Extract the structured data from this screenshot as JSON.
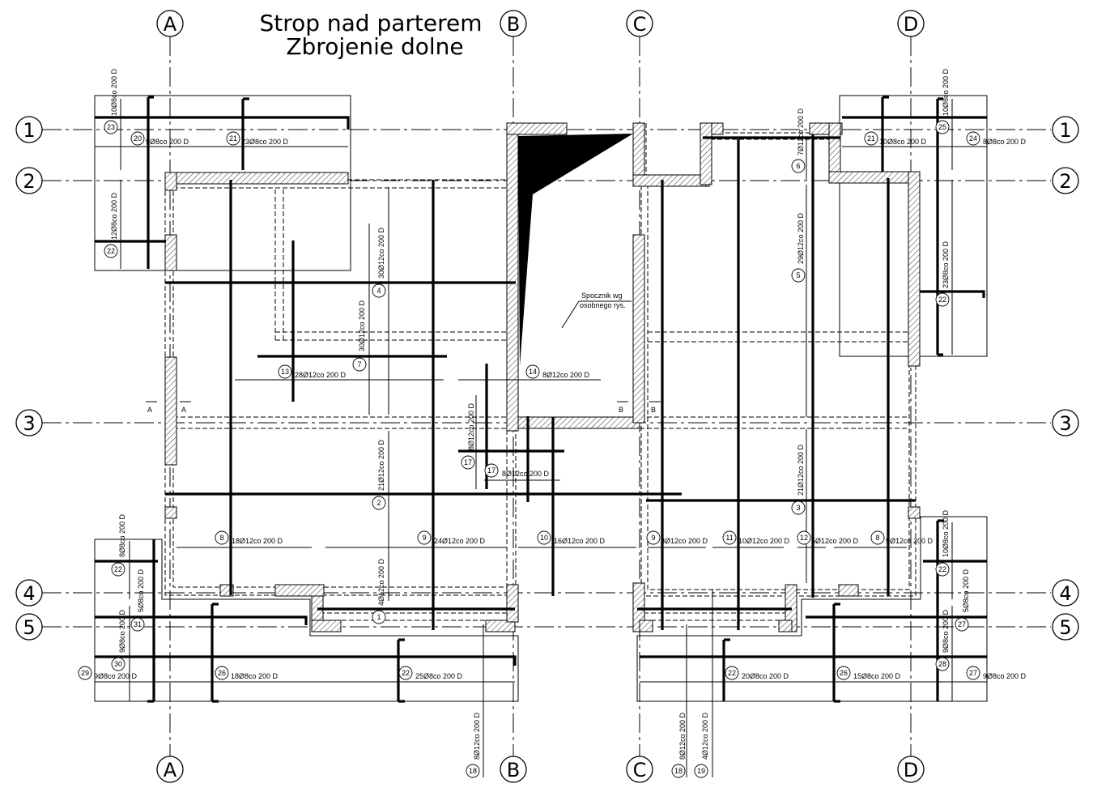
{
  "title": {
    "line1": "Strop nad parterem",
    "line2": "Zbrojenie dolne"
  },
  "axes": {
    "columns": [
      "A",
      "B",
      "C",
      "D"
    ],
    "rows": [
      "1",
      "2",
      "3",
      "4",
      "5"
    ]
  },
  "sections": {
    "a_left": "A",
    "a_right": "A",
    "b_left": "B",
    "b_right": "B"
  },
  "note": {
    "line1": "Spocznik wg",
    "line2": "osobnego rys."
  },
  "rebar": {
    "b1": {
      "n": "1",
      "t": "4Ø12co 200 D"
    },
    "b2": {
      "n": "2",
      "t": "21Ø12co 200 D"
    },
    "b3": {
      "n": "3",
      "t": "21Ø12co 200 D"
    },
    "b4": {
      "n": "4",
      "t": "30Ø12co 200 D"
    },
    "b5": {
      "n": "5",
      "t": "29Ø12co 200 D"
    },
    "b6": {
      "n": "6",
      "t": "7Ø12co 200 D"
    },
    "b7": {
      "n": "7",
      "t": "30Ø12co 200 D"
    },
    "b8a": {
      "n": "8",
      "t": "18Ø12co 200 D"
    },
    "b8b": {
      "n": "8",
      "t": "9Ø12co 200 D"
    },
    "b9a": {
      "n": "9",
      "t": "24Ø12co 200 D"
    },
    "b9b": {
      "n": "9",
      "t": "8Ø12co 200 D"
    },
    "b10": {
      "n": "10",
      "t": "16Ø12co 200 D"
    },
    "b11": {
      "n": "11",
      "t": "10Ø12co 200 D"
    },
    "b12": {
      "n": "12",
      "t": "5Ø12co 200 D"
    },
    "b13": {
      "n": "13",
      "t": "28Ø12co 200 D"
    },
    "b14": {
      "n": "14",
      "t": "8Ø12co 200 D"
    },
    "b17a": {
      "n": "17",
      "t": "8Ø12co 200 D"
    },
    "b17b": {
      "n": "17",
      "t": "8Ø12co 200 D"
    },
    "b18a": {
      "n": "18",
      "t": "8Ø12co 200 D"
    },
    "b18b": {
      "n": "18",
      "t": "8Ø12co 200 D"
    },
    "b19": {
      "n": "19",
      "t": "4Ø12co 200 D"
    },
    "b20": {
      "n": "20",
      "t": "9Ø8co 200 D"
    },
    "b21a": {
      "n": "21",
      "t": "23Ø8co 200 D"
    },
    "b21b": {
      "n": "21",
      "t": "10Ø8co 200 D"
    },
    "b22a": {
      "n": "22",
      "t": "12Ø8co 200 D"
    },
    "b22b": {
      "n": "22",
      "t": "23Ø8co 200 D"
    },
    "b22c": {
      "n": "22",
      "t": "8Ø8co 200 D"
    },
    "b22d": {
      "n": "22",
      "t": "25Ø8co 200 D"
    },
    "b22e": {
      "n": "22",
      "t": "20Ø8co 200 D"
    },
    "b22f": {
      "n": "22",
      "t": "10Ø8co 200 D"
    },
    "b23": {
      "n": "23",
      "t": "10Ø8co 200 D"
    },
    "b24": {
      "n": "24",
      "t": "8Ø8co 200 D"
    },
    "b25": {
      "n": "25",
      "t": "10Ø8co 200 D"
    },
    "b26a": {
      "n": "26",
      "t": "18Ø8co 200 D"
    },
    "b26b": {
      "n": "26",
      "t": "15Ø8co 200 D"
    },
    "b27a": {
      "n": "27",
      "t": "5Ø8co 200 D"
    },
    "b27b": {
      "n": "27",
      "t": "9Ø8co 200 D"
    },
    "b28": {
      "n": "28",
      "t": "9Ø8co 200 D"
    },
    "b29": {
      "n": "29",
      "t": "9Ø8co 200 D"
    },
    "b30": {
      "n": "30",
      "t": "9Ø8co 200 D"
    },
    "b31": {
      "n": "31",
      "t": "5Ø8co 200 D"
    }
  }
}
